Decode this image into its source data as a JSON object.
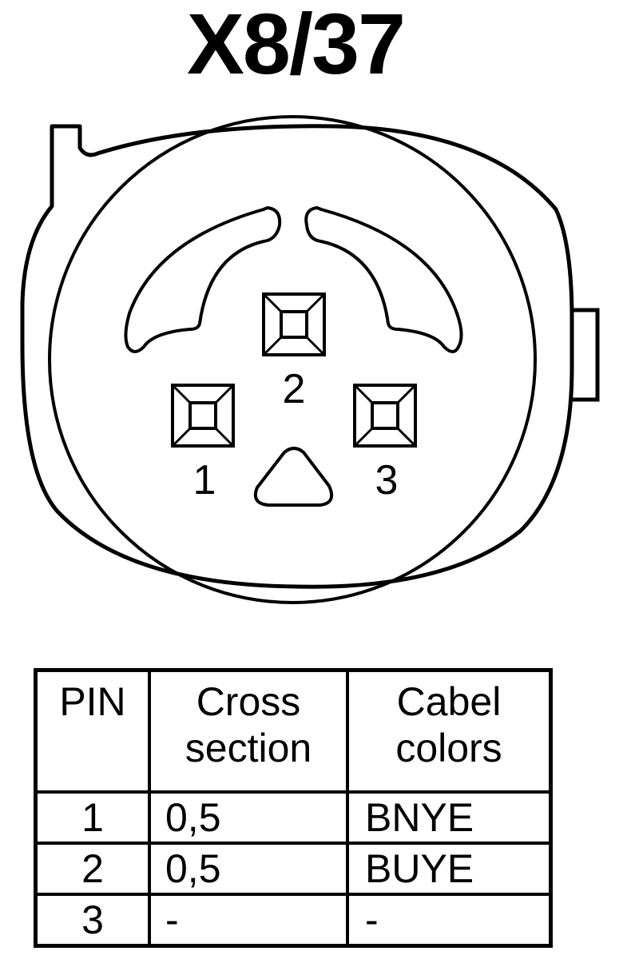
{
  "title": "X8/37",
  "pins": [
    {
      "number": "1"
    },
    {
      "number": "2"
    },
    {
      "number": "3"
    }
  ],
  "table": {
    "headers": {
      "pin": "PIN",
      "cross_line1": "Cross",
      "cross_line2": "section",
      "color_line1": "Cabel",
      "color_line2": "colors"
    },
    "rows": [
      {
        "pin": "1",
        "cross": "0,5",
        "color": "BNYE"
      },
      {
        "pin": "2",
        "cross": "0,5",
        "color": "BUYE"
      },
      {
        "pin": "3",
        "cross": "-",
        "color": "-"
      }
    ]
  }
}
